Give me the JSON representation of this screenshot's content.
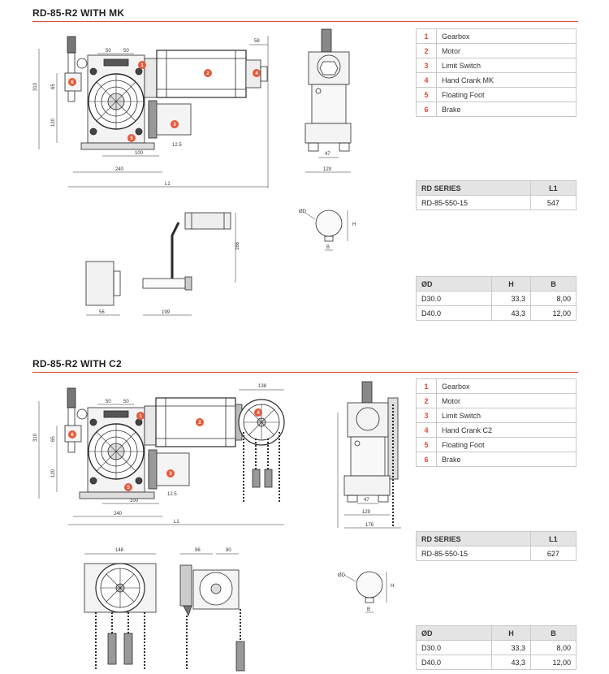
{
  "sections": [
    {
      "title": "RD-85-R2 WITH MK",
      "parts": [
        {
          "no": "1",
          "label": "Gearbox"
        },
        {
          "no": "2",
          "label": "Motor"
        },
        {
          "no": "3",
          "label": "Limit Switch"
        },
        {
          "no": "4",
          "label": "Hand Crank MK"
        },
        {
          "no": "5",
          "label": "Floating Foot"
        },
        {
          "no": "6",
          "label": "Brake"
        }
      ],
      "series_table": {
        "headers": [
          "RD SERIES",
          "L1"
        ],
        "rows": [
          [
            "RD-85-550-15",
            "547"
          ]
        ]
      },
      "shaft_table": {
        "headers": [
          "ØD",
          "H",
          "B"
        ],
        "rows": [
          [
            "D30.0",
            "33,3",
            "8,00"
          ],
          [
            "D40.0",
            "43,3",
            "12,00"
          ]
        ]
      },
      "dims": {
        "d50a": "50",
        "d50b": "50",
        "d58": "58",
        "d310": "310",
        "d65": "65",
        "d120": "120",
        "d125": "12.5",
        "d100": "100",
        "d240": "240",
        "dL1": "L1",
        "d47": "47",
        "d129": "129",
        "dOD": "ØD",
        "dH": "H",
        "dB": "B",
        "d166": "166",
        "d56": "56",
        "d199": "199"
      }
    },
    {
      "title": "RD-85-R2 WITH C2",
      "parts": [
        {
          "no": "1",
          "label": "Gearbox"
        },
        {
          "no": "2",
          "label": "Motor"
        },
        {
          "no": "3",
          "label": "Limit Switch"
        },
        {
          "no": "4",
          "label": "Hand Crank C2"
        },
        {
          "no": "5",
          "label": "Floating Foot"
        },
        {
          "no": "6",
          "label": "Brake"
        }
      ],
      "series_table": {
        "headers": [
          "RD SERIES",
          "L1"
        ],
        "rows": [
          [
            "RD-85-550-15",
            "627"
          ]
        ]
      },
      "shaft_table": {
        "headers": [
          "ØD",
          "H",
          "B"
        ],
        "rows": [
          [
            "D30.0",
            "33,3",
            "8,00"
          ],
          [
            "D40.0",
            "43,3",
            "12,00"
          ]
        ]
      },
      "dims": {
        "d50a": "50",
        "d50b": "50",
        "d138": "138",
        "d310": "310",
        "d65": "65",
        "d120": "120",
        "d125": "12.5",
        "d100": "100",
        "d240": "240",
        "dL1": "L1",
        "d47": "47",
        "d129": "129",
        "d176": "176",
        "d148": "148",
        "d96": "96",
        "d80": "80",
        "dOD": "ØD",
        "dH": "H",
        "dB": "B"
      }
    }
  ],
  "colors": {
    "accent": "#e04a3a",
    "badge": "#e45a3a",
    "table_header": "#e4e4e4",
    "line": "#2a2a2a"
  }
}
